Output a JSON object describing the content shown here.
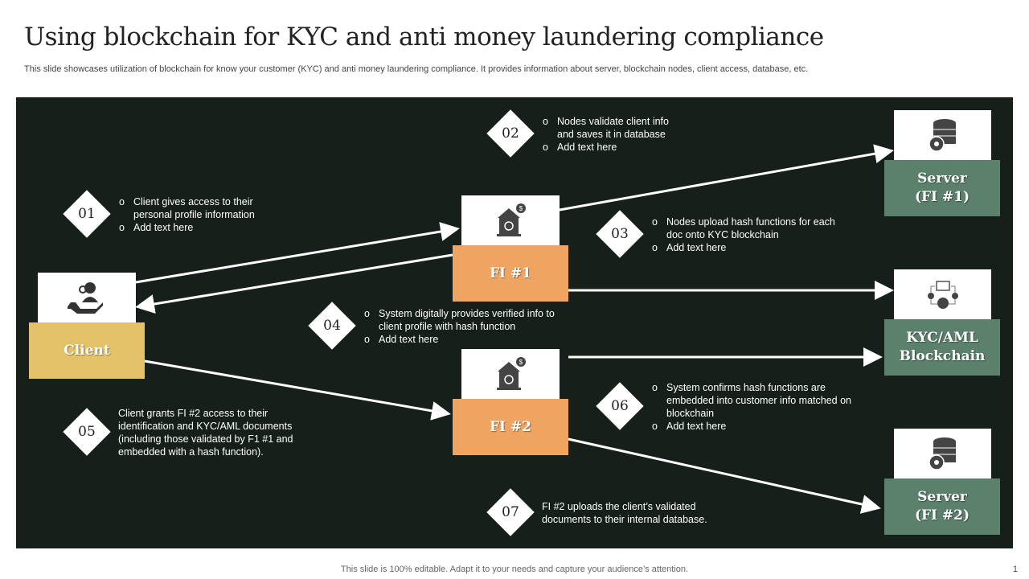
{
  "title": "Using blockchain for KYC and anti money laundering compliance",
  "subtitle": "This slide showcases utilization of blockchain for know your customer (KYC) and anti money laundering compliance. It provides information about server, blockchain nodes, client access, database, etc.",
  "footer": "This slide is 100% editable. Adapt it to your needs and capture your audience’s attention.",
  "page_number": "1",
  "colors": {
    "panel": "#161f1a",
    "client": "#e3c26a",
    "fi": "#efa561",
    "server": "#5b806c"
  },
  "nodes": {
    "client": {
      "label": "Client",
      "icon": "hand-user-gear-icon"
    },
    "fi1": {
      "label": "FI #1",
      "icon": "bank-icon"
    },
    "fi2": {
      "label": "FI #2",
      "icon": "bank-icon"
    },
    "server1": {
      "line1": "Server",
      "line2": "(FI #1)",
      "icon": "database-gear-icon"
    },
    "blockchain": {
      "line1": "KYC/AML",
      "line2": "Blockchain",
      "icon": "network-icon"
    },
    "server2": {
      "line1": "Server",
      "line2": "(FI #2)",
      "icon": "database-gear-icon"
    }
  },
  "steps": [
    {
      "num": "01",
      "items": [
        "Client gives access to their personal profile information",
        "Add text here"
      ]
    },
    {
      "num": "02",
      "items": [
        "Nodes validate client info and saves it in database",
        "Add text here"
      ]
    },
    {
      "num": "03",
      "items": [
        "Nodes upload hash functions for each doc onto KYC blockchain",
        "Add text here"
      ]
    },
    {
      "num": "04",
      "items": [
        "System digitally provides verified info to client profile with hash function",
        "Add text here"
      ]
    },
    {
      "num": "05",
      "text": "Client grants FI #2 access to their identification and KYC/AML documents (including those validated by F1 #1 and embedded with a hash function)."
    },
    {
      "num": "06",
      "items": [
        "System confirms hash functions are embedded into customer info matched on blockchain",
        "Add text here"
      ]
    },
    {
      "num": "07",
      "text": "FI #2 uploads the client’s validated documents to their internal database."
    }
  ]
}
